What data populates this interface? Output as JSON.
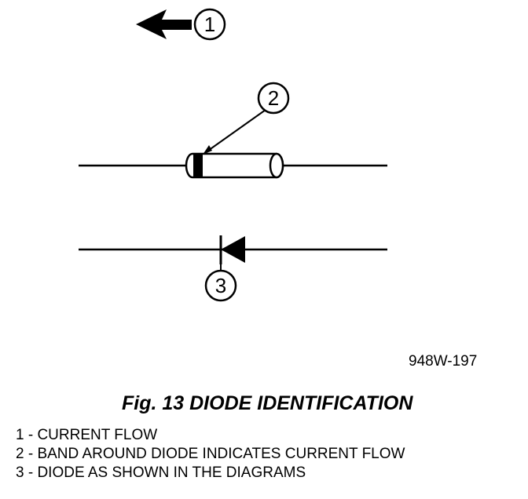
{
  "callouts": [
    "1",
    "2",
    "3"
  ],
  "figure_code": "948W-197",
  "caption": "Fig. 13 DIODE IDENTIFICATION",
  "legend": [
    "1 - CURRENT FLOW",
    "2 - BAND AROUND DIODE INDICATES CURRENT FLOW",
    "3 - DIODE AS SHOWN IN THE DIAGRAMS"
  ]
}
